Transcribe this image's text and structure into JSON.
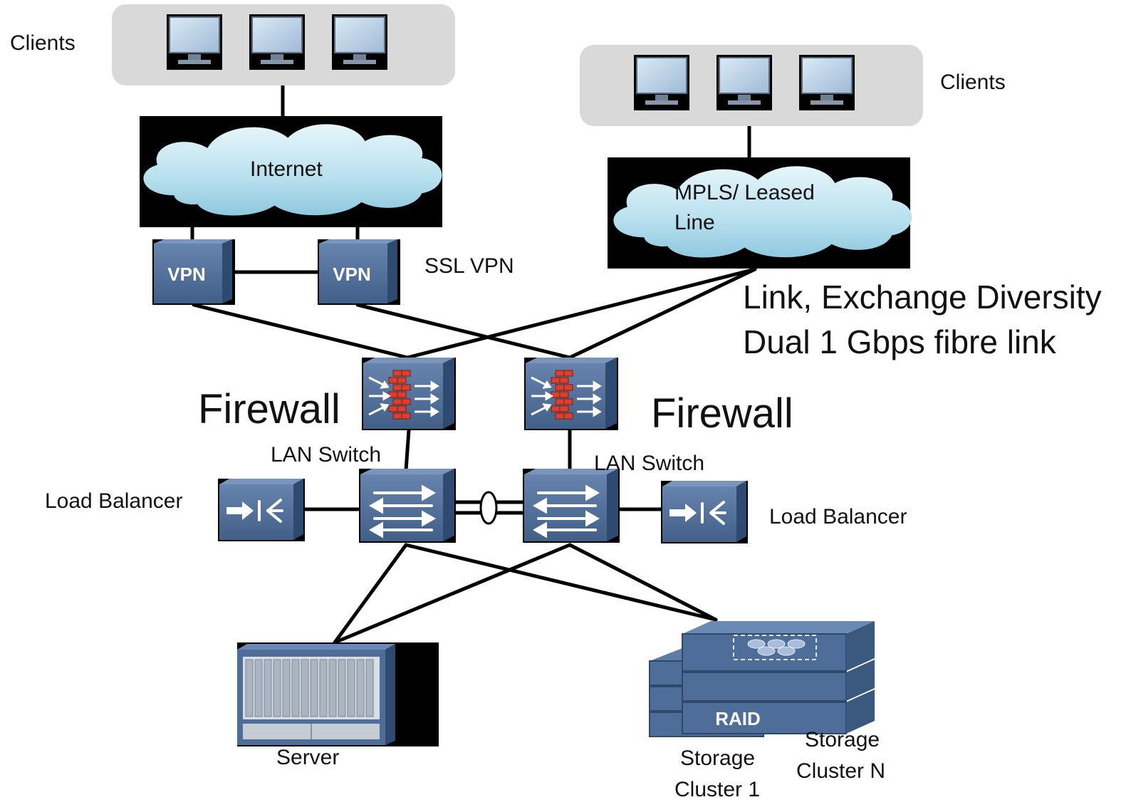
{
  "labels": {
    "clients_left": "Clients",
    "clients_right": "Clients",
    "internet": "Internet",
    "mpls_line1": "MPLS/ Leased",
    "mpls_line2": "Line",
    "vpn_device_text": "VPN",
    "ssl_vpn": "SSL VPN",
    "diversity_line1": "Link, Exchange Diversity",
    "diversity_line2": "Dual 1 Gbps fibre link",
    "firewall_left": "Firewall",
    "firewall_right": "Firewall",
    "lan_switch_left": "LAN Switch",
    "lan_switch_right": "LAN Switch",
    "load_balancer_left": "Load Balancer",
    "load_balancer_right": "Load Balancer",
    "server": "Server",
    "raid": "RAID",
    "storage1_line1": "Storage",
    "storage1_line2": "Cluster 1",
    "storageN_line1": "Storage",
    "storageN_line2": "Cluster N"
  },
  "icons": {
    "monitor": "monitor-icon",
    "cloud": "cloud-icon",
    "vpn": "vpn-appliance-icon",
    "firewall": "firewall-icon",
    "switch": "switch-icon",
    "load_balancer": "load-balancer-icon",
    "server": "server-rack-icon",
    "storage": "raid-storage-icon"
  },
  "colors": {
    "device_blue": "#4e6d99",
    "cloud_blue": "#bfe3ef",
    "client_group_gray": "#d9d9d9",
    "firewall_brick": "#d9412f"
  }
}
